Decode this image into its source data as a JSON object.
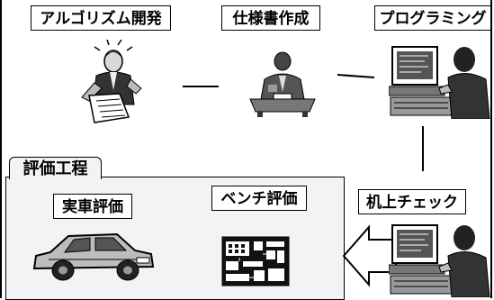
{
  "diagram": {
    "steps": {
      "algorithm": "アルゴリズム開発",
      "spec": "仕様書作成",
      "programming": "プログラミング",
      "desk_check": "机上チェック",
      "bench_eval": "ベンチ評価",
      "vehicle_eval": "実車評価"
    },
    "group_label": "評価工程",
    "icons": {
      "algorithm": "man-with-document-icon",
      "spec": "man-writing-at-desk-icon",
      "programming": "person-at-computer-icon",
      "desk_check": "person-at-computer-icon",
      "bench_eval": "circuit-board-icon",
      "vehicle_eval": "car-icon"
    },
    "colors": {
      "line": "#000000",
      "group_fill": "#f3f3f3",
      "arrow_fill": "#ffffff"
    }
  }
}
